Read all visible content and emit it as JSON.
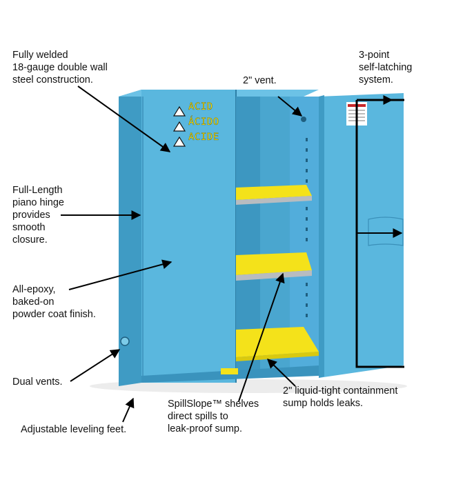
{
  "diagram": {
    "warning_labels": [
      "ACID",
      "ÁCIDO",
      "ACIDE"
    ],
    "warning_icon": "warning-triangle-icon",
    "colors": {
      "cabinet": "#5ab7de",
      "cabinet_shade": "#3f9bc4",
      "interior": "#4aa6cf",
      "shelf": "#f4e21a",
      "shelf_edge": "#b8bcc0",
      "arrow": "#000000"
    },
    "callouts": {
      "welded": "Fully welded\n18-gauge double wall\nsteel construction.",
      "vent": "2\" vent.",
      "latch": "3-point\nself-latching\nsystem.",
      "hinge": "Full-Length\npiano hinge\nprovides\nsmooth\nclosure.",
      "epoxy": "All-epoxy,\nbaked-on\npowder coat finish.",
      "dual_vents": "Dual vents.",
      "feet": "Adjustable leveling feet.",
      "spillslope": "SpillSlope™ shelves\ndirect spills to\nleak-proof sump.",
      "sump": "2\" liquid-tight containment\nsump holds leaks."
    }
  }
}
